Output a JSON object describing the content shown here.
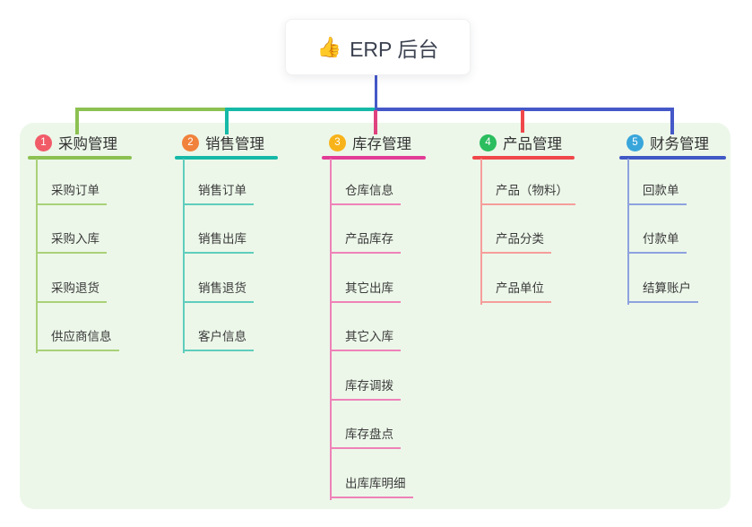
{
  "root": {
    "icon": "👍",
    "label": "ERP 后台"
  },
  "branches": [
    {
      "number": "1",
      "label": "采购管理",
      "line_color": "#8CC152",
      "badge_color": "#F15B68",
      "child_line_color": "#A9D178",
      "children": [
        "采购订单",
        "采购入库",
        "采购退货",
        "供应商信息"
      ]
    },
    {
      "number": "2",
      "label": "销售管理",
      "line_color": "#16B9A7",
      "badge_color": "#F1823B",
      "child_line_color": "#5FCDBD",
      "children": [
        "销售订单",
        "销售出库",
        "销售退货",
        "客户信息"
      ]
    },
    {
      "number": "3",
      "label": "库存管理",
      "line_color": "#E23C96",
      "badge_color": "#F8B31A",
      "child_line_color": "#EF82B8",
      "children": [
        "仓库信息",
        "产品库存",
        "其它出库",
        "其它入库",
        "库存调拨",
        "库存盘点",
        "出库库明细"
      ]
    },
    {
      "number": "4",
      "label": "产品管理",
      "line_color": "#F0474B",
      "badge_color": "#2BBD5E",
      "child_line_color": "#F59E9B",
      "children": [
        "产品（物料）",
        "产品分类",
        "产品单位"
      ]
    },
    {
      "number": "5",
      "label": "财务管理",
      "line_color": "#4158C6",
      "badge_color": "#39A6DB",
      "child_line_color": "#8EA2DE",
      "children": [
        "回款单",
        "付款单",
        "结算账户"
      ]
    }
  ],
  "colors": {
    "panel_background": "#ECF7E9",
    "page_background": "#FFFFFF",
    "root_stem_blue": "#4558C8",
    "magenta_drop": "#E0427F",
    "text_dark": "#333333"
  }
}
